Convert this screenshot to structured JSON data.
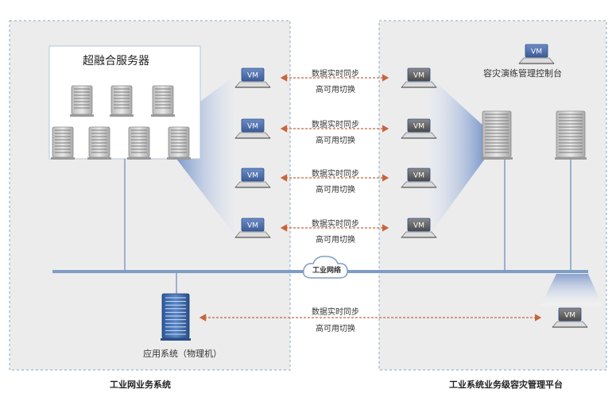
{
  "left_zone": {
    "caption": "工业网业务系统"
  },
  "right_zone": {
    "caption": "工业系统业务级容灾管理平台"
  },
  "hci": {
    "title": "超融合服务器"
  },
  "console": {
    "label": "容灾演练管理控制台",
    "vm_label": "VM"
  },
  "app_system": {
    "label": "应用系统（物理机）"
  },
  "network": {
    "label": "工业网络"
  },
  "vm_label": "VM",
  "sync_pairs": [
    {
      "line1": "数据实时同步",
      "line2": "高可用切换"
    },
    {
      "line1": "数据实时同步",
      "line2": "高可用切换"
    },
    {
      "line1": "数据实时同步",
      "line2": "高可用切换"
    },
    {
      "line1": "数据实时同步",
      "line2": "高可用切换"
    }
  ],
  "physical_sync": {
    "line1": "数据实时同步",
    "line2": "高可用切换"
  },
  "colors": {
    "zone_bg": "#ececec",
    "zone_border": "#8aa8c8",
    "accent_blue": "#5b7fb8",
    "vm_blue": "#3f5f9a",
    "arrow_orange": "#c8643c",
    "bus": "#7f9cc4"
  }
}
